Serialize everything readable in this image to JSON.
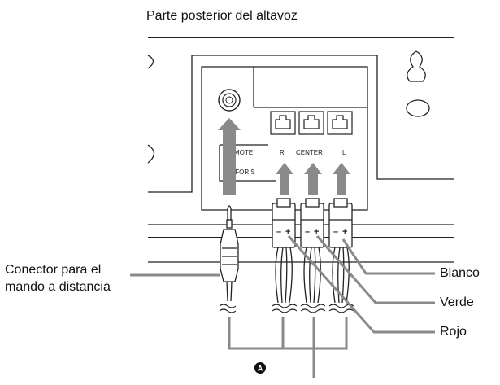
{
  "title": "Parte posterior del altavoz",
  "callouts": {
    "remote_connector": [
      "Conector para el",
      "mando a distancia"
    ],
    "white": "Blanco",
    "green": "Verde",
    "red": "Rojo"
  },
  "panel_labels": {
    "remote_text": [
      "MOTE",
      "RL",
      "LY FOR S"
    ],
    "channels": [
      "R",
      "CENTER",
      "L"
    ]
  },
  "badge": "A",
  "terminal_marks": {
    "minus": "–",
    "plus": "+"
  },
  "colors": {
    "line": "#222222",
    "arrow": "#8a8a8a",
    "leader": "#8a8a8a"
  }
}
